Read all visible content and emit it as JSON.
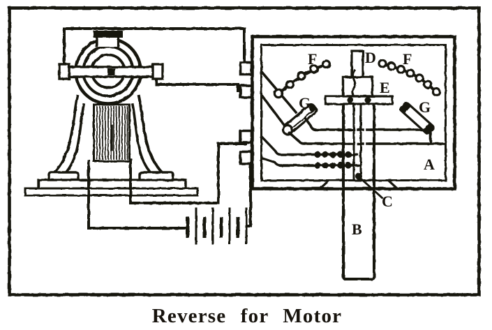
{
  "figure": {
    "caption": "Reverse for Motor",
    "labels": {
      "board": "A",
      "lever": "B",
      "pivot": "C",
      "knob": "D",
      "crossbar": "E",
      "contacts_left": "F",
      "contacts_right": "F",
      "resistance_left": "G",
      "resistance_right": "G"
    },
    "colors": {
      "ink": "#17130d",
      "paper": "#ffffff"
    }
  }
}
